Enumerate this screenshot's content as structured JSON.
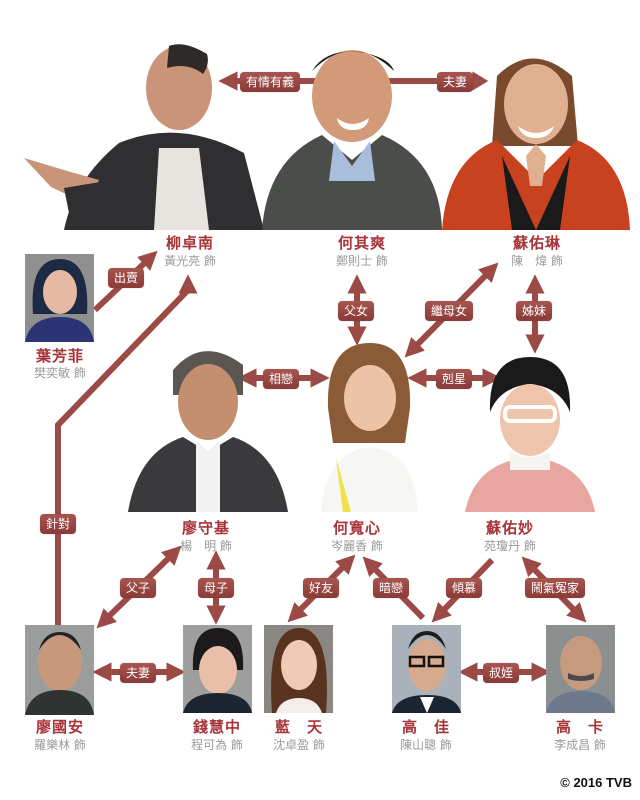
{
  "characters": {
    "liu_cheuk_nam": {
      "name": "柳卓南",
      "actor": "黃光亮 飾"
    },
    "ho_kei_shong": {
      "name": "何其爽",
      "actor": "鄭則士 飾"
    },
    "so_yau_lam": {
      "name": "蘇佑琳",
      "actor": "陳　煒 飾"
    },
    "ip_fong_fei": {
      "name": "葉芳菲",
      "actor": "樊奕敏 飾"
    },
    "liu_sau_kei": {
      "name": "廖守基",
      "actor": "楊　明 飾"
    },
    "ho_fun_sum": {
      "name": "何寬心",
      "actor": "岑麗香 飾"
    },
    "so_yau_miu": {
      "name": "蘇佑妙",
      "actor": "苑瓊丹 飾"
    },
    "liu_kwok_on": {
      "name": "廖國安",
      "actor": "羅樂林 飾"
    },
    "chin_wai_chung": {
      "name": "錢慧中",
      "actor": "程可為 飾"
    },
    "lam_tin": {
      "name": "藍　天",
      "actor": "沈卓盈 飾"
    },
    "ko_kai": {
      "name": "高　佳",
      "actor": "陳山聰 飾"
    },
    "ko_ka": {
      "name": "高　卡",
      "actor": "李成昌 飾"
    }
  },
  "relations": {
    "loyal": "有情有義",
    "spouse_top": "夫妻",
    "betray": "出賣",
    "father_daughter": "父女",
    "stepmother_daughter": "繼母女",
    "sisters": "姊妹",
    "lovers": "相戀",
    "nemesis": "剋星",
    "target": "針對",
    "father_son": "父子",
    "mother_son": "母子",
    "friends": "好友",
    "crush": "暗戀",
    "admire": "傾慕",
    "quarrel": "鬧氣冤家",
    "spouse_bottom": "夫妻",
    "uncle_nephew": "叔姪"
  },
  "footer": {
    "copyright": "© 2016 TVB"
  },
  "colors": {
    "name": "#a8343a",
    "actor": "#9a9a9a",
    "arrow": "#9b4a46",
    "label_bg": "#944340"
  }
}
